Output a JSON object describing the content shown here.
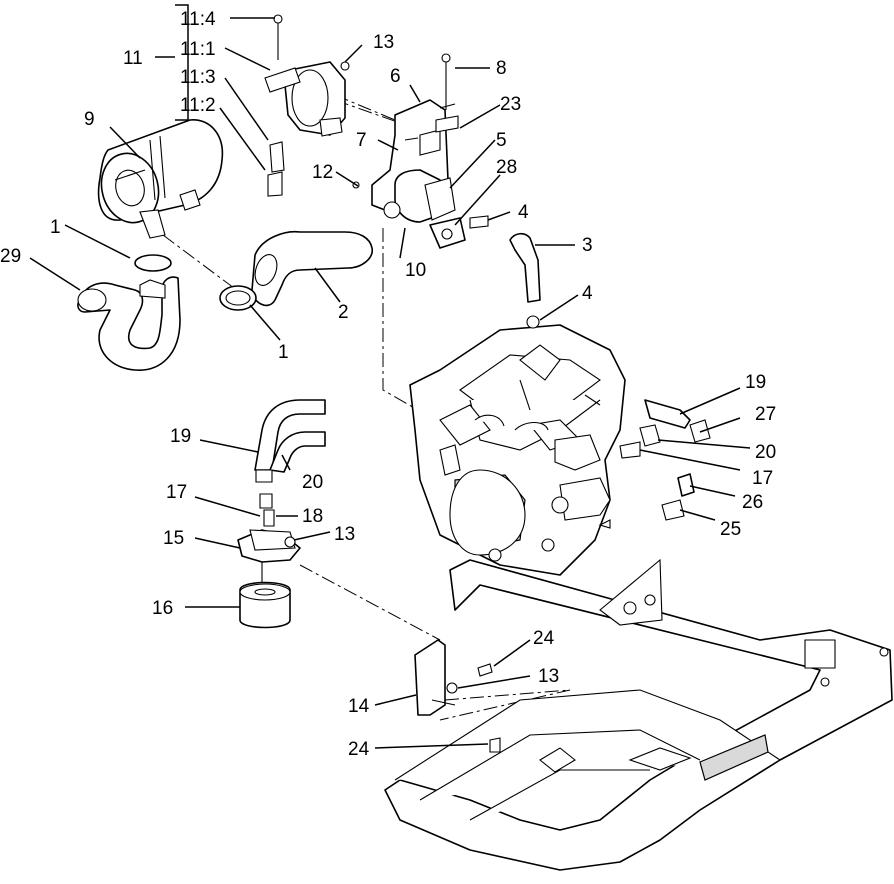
{
  "diagram": {
    "group_bracket": {
      "number": "11",
      "items": [
        "11:4",
        "11:1",
        "11:3",
        "11:2"
      ]
    },
    "callouts": {
      "c1a": "1",
      "c1b": "1",
      "c2": "2",
      "c3": "3",
      "c4a": "4",
      "c4b": "4",
      "c5": "5",
      "c6": "6",
      "c7": "7",
      "c8": "8",
      "c9": "9",
      "c10": "10",
      "c12": "12",
      "c13a": "13",
      "c13b": "13",
      "c13c": "13",
      "c14": "14",
      "c15": "15",
      "c16": "16",
      "c17a": "17",
      "c17b": "17",
      "c18": "18",
      "c19a": "19",
      "c19b": "19",
      "c20a": "20",
      "c20b": "20",
      "c23": "23",
      "c24a": "24",
      "c24b": "24",
      "c25": "25",
      "c26": "26",
      "c27": "27",
      "c28": "28",
      "c29": "29"
    }
  }
}
